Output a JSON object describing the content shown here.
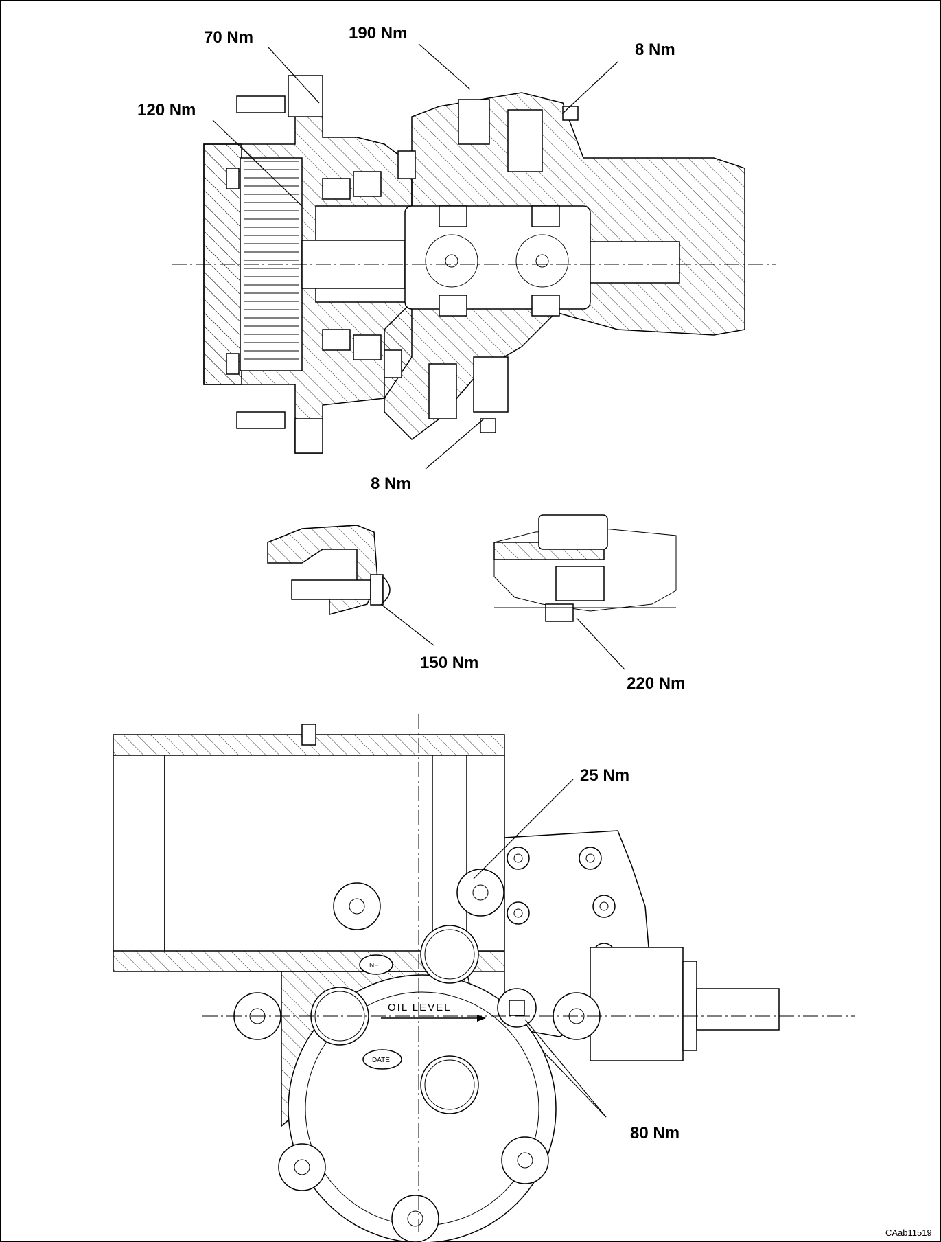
{
  "diagram": {
    "torque_labels": {
      "t70": "70 Nm",
      "t190": "190 Nm",
      "t8_top": "8 Nm",
      "t120": "120 Nm",
      "t8_bottom": "8 Nm",
      "t150": "150 Nm",
      "t220": "220 Nm",
      "t25": "25 Nm",
      "t80": "80 Nm"
    },
    "oil_level_text": "OIL LEVEL",
    "badge_nf": "NF",
    "badge_date": "DATE",
    "drawing_code": "CAab11519"
  }
}
